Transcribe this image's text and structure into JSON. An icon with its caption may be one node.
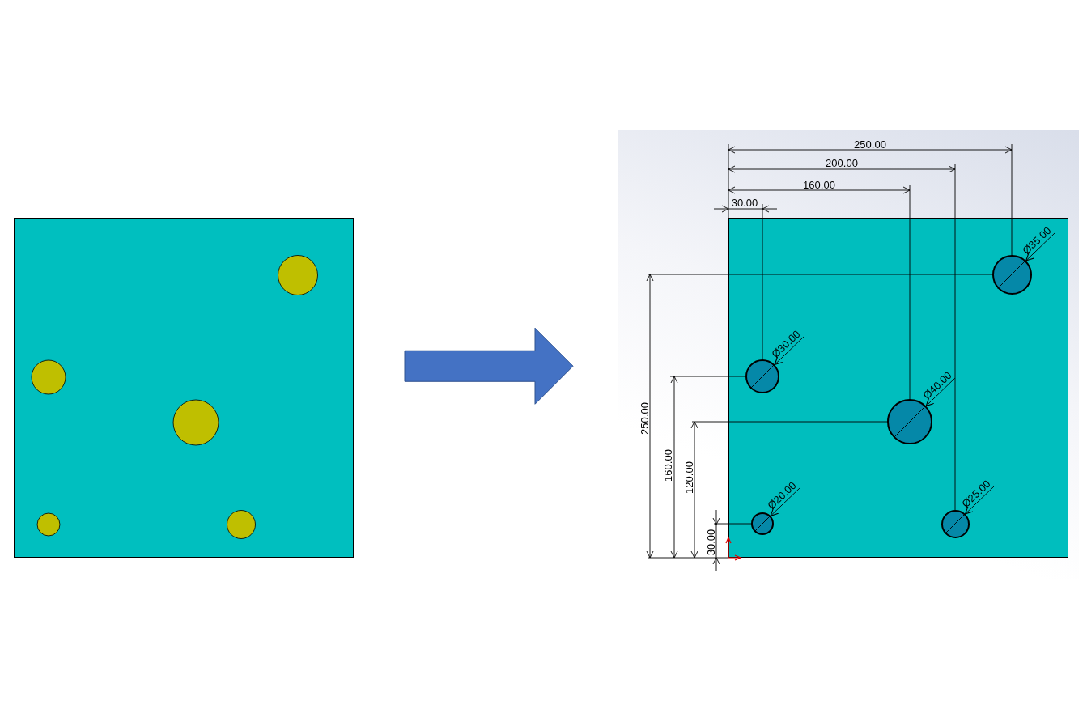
{
  "diagram": {
    "nodes": [
      {
        "text": [],
        "shape": "box"
      },
      {
        "text": [],
        "shape": "box"
      },
      {
        "text": [],
        "shape": "circle",
        "in": 1
      },
      {
        "text": [],
        "shape": "circle",
        "in": 1
      },
      {
        "text": [],
        "shape": "circle",
        "in": 1
      },
      {
        "text": [],
        "shape": "circle",
        "in": 1
      },
      {
        "text": [],
        "shape": "circle",
        "in": 1
      },
      {
        "text": [
          "Ø35.00"
        ],
        "in": 1
      },
      {
        "text": [
          "Ø30.00"
        ],
        "in": 1
      },
      {
        "text": [
          "Ø40.00"
        ],
        "in": 1
      },
      {
        "text": [
          "Ø20.00"
        ],
        "in": 1
      },
      {
        "text": [
          "Ø25.00"
        ],
        "in": 1
      }
    ],
    "edges": [
      {
        "from": 0,
        "to": 1,
        "arrow": "to"
      },
      {
        "from": 7,
        "to": 2,
        "arrow": "to"
      },
      {
        "from": 8,
        "to": 3,
        "arrow": "to"
      },
      {
        "from": 9,
        "to": 4,
        "arrow": "to"
      },
      {
        "from": 10,
        "to": 5,
        "arrow": "to"
      },
      {
        "from": 11,
        "to": 6,
        "arrow": "to"
      }
    ],
    "labels": [
      "250.00",
      "200.00",
      "160.00",
      "30.00",
      "250.00",
      "160.00",
      "120.00",
      "30.00"
    ]
  }
}
